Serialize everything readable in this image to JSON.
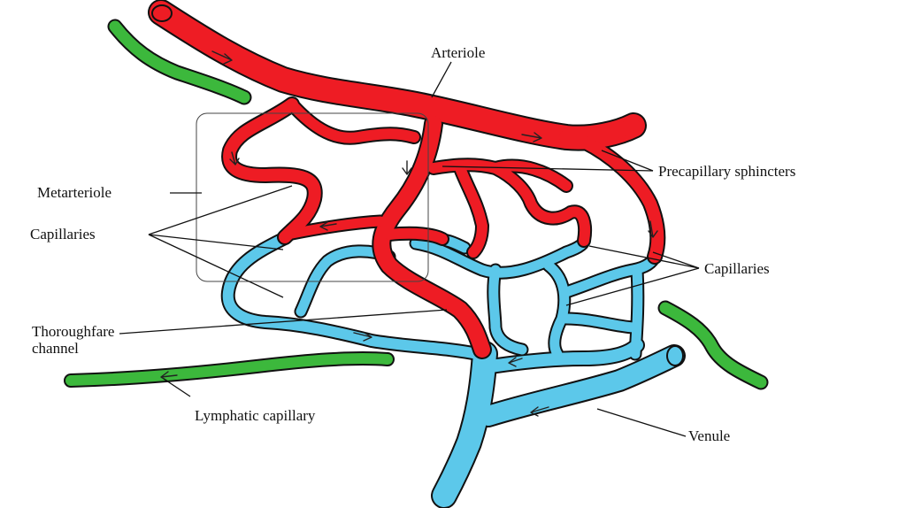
{
  "labels": {
    "arteriole": "Arteriole",
    "precapillary_sphincters": "Precapillary sphincters",
    "metarteriole": "Metarteriole",
    "capillaries_left": "Capillaries",
    "capillaries_right": "Capillaries",
    "thoroughfare_line1": "Thoroughfare",
    "thoroughfare_line2": "channel",
    "lymphatic_capillary": "Lymphatic capillary",
    "venule": "Venule"
  },
  "colors": {
    "arterial": "#ee1c24",
    "venous": "#5cc8ea",
    "lymphatic": "#3cb83c",
    "outline": "#111111"
  }
}
